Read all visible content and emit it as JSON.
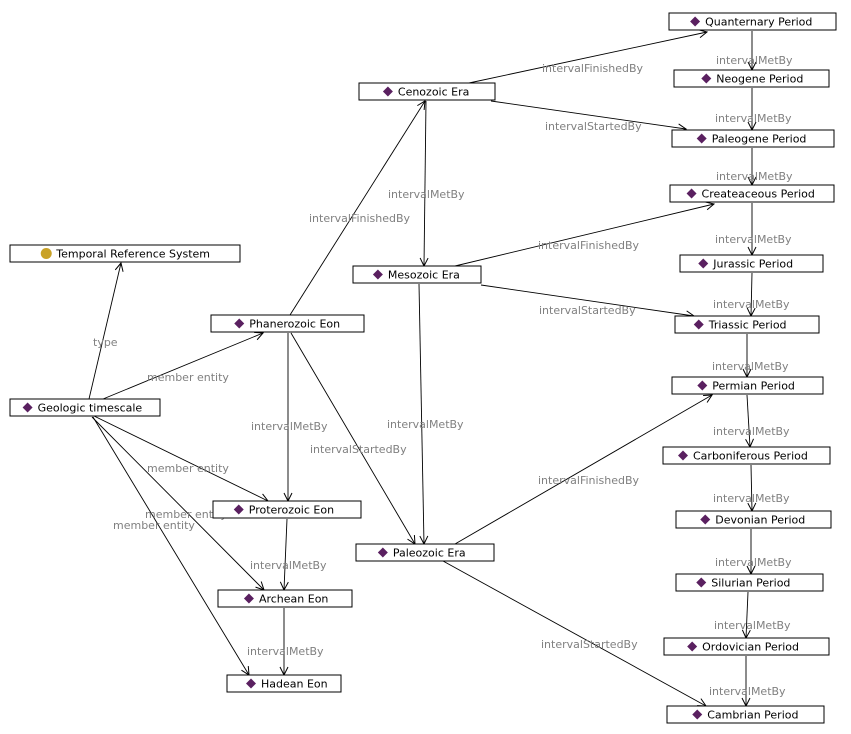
{
  "colors": {
    "individual_icon": "#5a2060",
    "class_icon": "#c9a227",
    "edge_label": "#808080"
  },
  "nodes": [
    {
      "id": "trs",
      "label": "Temporal Reference System",
      "icon": "class-circle-icon"
    },
    {
      "id": "geo",
      "label": "Geologic timescale",
      "icon": "individual-diamond-icon"
    },
    {
      "id": "phan",
      "label": "Phanerozoic Eon",
      "icon": "individual-diamond-icon"
    },
    {
      "id": "prot",
      "label": "Proterozoic Eon",
      "icon": "individual-diamond-icon"
    },
    {
      "id": "arch",
      "label": "Archean Eon",
      "icon": "individual-diamond-icon"
    },
    {
      "id": "hade",
      "label": "Hadean Eon",
      "icon": "individual-diamond-icon"
    },
    {
      "id": "ceno",
      "label": "Cenozoic Era",
      "icon": "individual-diamond-icon"
    },
    {
      "id": "meso",
      "label": "Mesozoic Era",
      "icon": "individual-diamond-icon"
    },
    {
      "id": "paleo",
      "label": "Paleozoic Era",
      "icon": "individual-diamond-icon"
    },
    {
      "id": "quat",
      "label": "Quanternary Period",
      "icon": "individual-diamond-icon"
    },
    {
      "id": "neog",
      "label": "Neogene Period",
      "icon": "individual-diamond-icon"
    },
    {
      "id": "paleog",
      "label": "Paleogene Period",
      "icon": "individual-diamond-icon"
    },
    {
      "id": "cret",
      "label": "Createaceous Period",
      "icon": "individual-diamond-icon"
    },
    {
      "id": "jur",
      "label": "Jurassic Period",
      "icon": "individual-diamond-icon"
    },
    {
      "id": "tri",
      "label": "Triassic Period",
      "icon": "individual-diamond-icon"
    },
    {
      "id": "perm",
      "label": "Permian Period",
      "icon": "individual-diamond-icon"
    },
    {
      "id": "carb",
      "label": "Carboniferous Period",
      "icon": "individual-diamond-icon"
    },
    {
      "id": "dev",
      "label": "Devonian Period",
      "icon": "individual-diamond-icon"
    },
    {
      "id": "sil",
      "label": "Silurian Period",
      "icon": "individual-diamond-icon"
    },
    {
      "id": "ord",
      "label": "Ordovician Period",
      "icon": "individual-diamond-icon"
    },
    {
      "id": "camb",
      "label": "Cambrian Period",
      "icon": "individual-diamond-icon"
    }
  ],
  "edges": [
    {
      "from": "geo",
      "to": "trs",
      "label": "type"
    },
    {
      "from": "geo",
      "to": "phan",
      "label": "member entity"
    },
    {
      "from": "geo",
      "to": "prot",
      "label": "member entity"
    },
    {
      "from": "geo",
      "to": "arch",
      "label": "member entity"
    },
    {
      "from": "geo",
      "to": "hade",
      "label": "member entity"
    },
    {
      "from": "phan",
      "to": "prot",
      "label": "intervalMetBy"
    },
    {
      "from": "prot",
      "to": "arch",
      "label": "intervalMetBy"
    },
    {
      "from": "arch",
      "to": "hade",
      "label": "intervalMetBy"
    },
    {
      "from": "phan",
      "to": "ceno",
      "label": "intervalFinishedBy"
    },
    {
      "from": "phan",
      "to": "paleo",
      "label": "intervalStartedBy"
    },
    {
      "from": "ceno",
      "to": "meso",
      "label": "intervalMetBy"
    },
    {
      "from": "meso",
      "to": "paleo",
      "label": "intervalMetBy"
    },
    {
      "from": "ceno",
      "to": "quat",
      "label": "intervalFinishedBy"
    },
    {
      "from": "ceno",
      "to": "paleog",
      "label": "intervalStartedBy"
    },
    {
      "from": "meso",
      "to": "cret",
      "label": "intervalFinishedBy"
    },
    {
      "from": "meso",
      "to": "tri",
      "label": "intervalStartedBy"
    },
    {
      "from": "paleo",
      "to": "perm",
      "label": "intervalFinishedBy"
    },
    {
      "from": "paleo",
      "to": "camb",
      "label": "intervalStartedBy"
    },
    {
      "from": "quat",
      "to": "neog",
      "label": "intervalMetBy"
    },
    {
      "from": "neog",
      "to": "paleog",
      "label": "intervalMetBy"
    },
    {
      "from": "paleog",
      "to": "cret",
      "label": "intervalMetBy"
    },
    {
      "from": "cret",
      "to": "jur",
      "label": "intervalMetBy"
    },
    {
      "from": "jur",
      "to": "tri",
      "label": "intervalMetBy"
    },
    {
      "from": "tri",
      "to": "perm",
      "label": "intervalMetBy"
    },
    {
      "from": "perm",
      "to": "carb",
      "label": "intervalMetBy"
    },
    {
      "from": "carb",
      "to": "dev",
      "label": "intervalMetBy"
    },
    {
      "from": "dev",
      "to": "sil",
      "label": "intervalMetBy"
    },
    {
      "from": "sil",
      "to": "ord",
      "label": "intervalMetBy"
    },
    {
      "from": "ord",
      "to": "camb",
      "label": "intervalMetBy"
    }
  ]
}
